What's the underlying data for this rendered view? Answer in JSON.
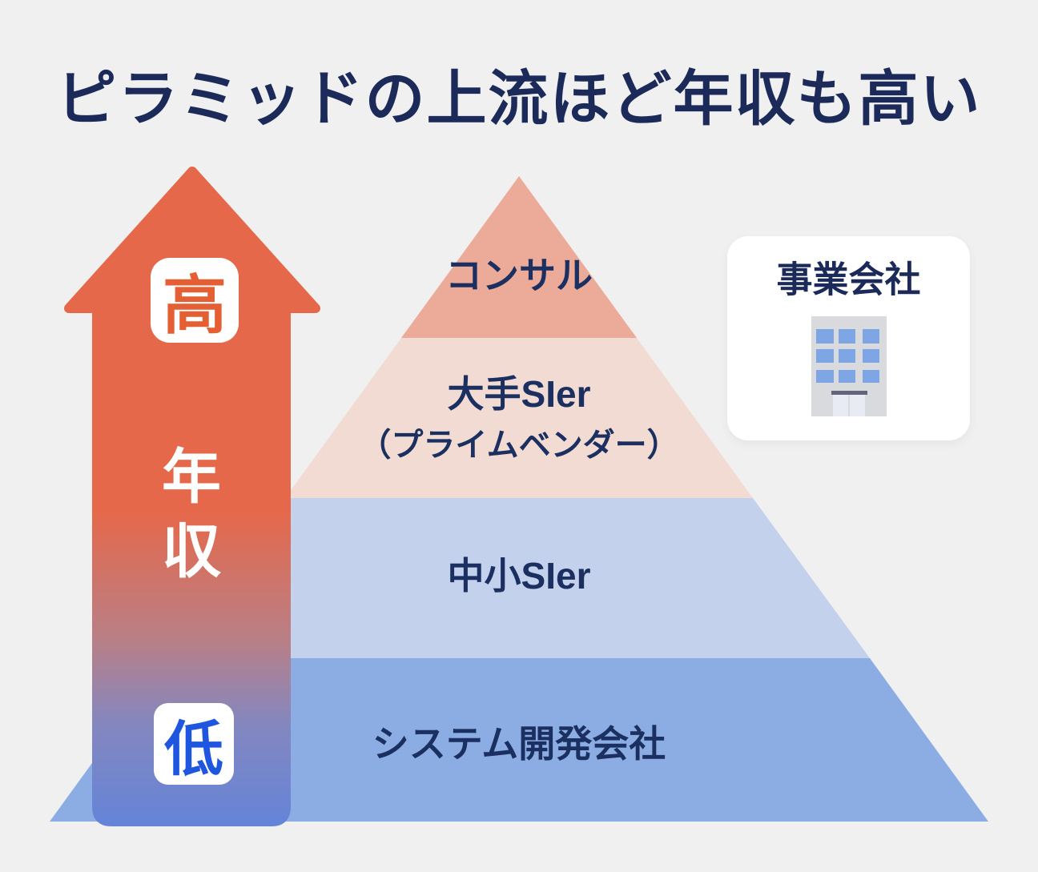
{
  "title": "ピラミッドの上流ほど年収も高い",
  "arrow": {
    "high_label": "高",
    "axis_label": "年収",
    "low_label": "低"
  },
  "pyramid": {
    "tiers": [
      {
        "label": "コンサル"
      },
      {
        "label": "大手SIer",
        "sublabel": "（プライムベンダー）"
      },
      {
        "label": "中小SIer"
      },
      {
        "label": "システム開発会社"
      }
    ]
  },
  "side_card": {
    "title": "事業会社",
    "icon": "office-building-icon"
  },
  "colors": {
    "background": "#f0f0f1",
    "title_text": "#1b2a58",
    "label_text": "#1b3060",
    "tier1": "#ecab98",
    "tier2": "#f2dbd2",
    "tier3": "#c3d1ec",
    "tier4": "#8bade3",
    "arrow_orange": "#e6684a",
    "arrow_mid": "#b97f86",
    "arrow_mid2": "#8487bf",
    "arrow_blue": "#6684d7",
    "high_text": "#e45f33",
    "low_text": "#1f56e0",
    "card_bg": "#ffffff",
    "building_body": "#d9dade",
    "building_window": "#7ea6e4",
    "building_lintel": "#63637a",
    "building_door": "#e8ebf3"
  }
}
